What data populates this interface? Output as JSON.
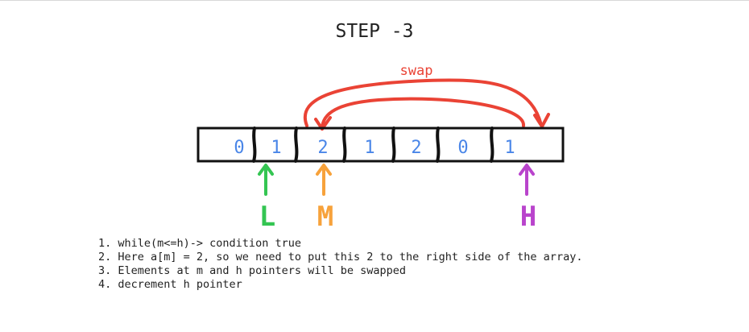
{
  "title": "STEP -3",
  "array": [
    "0",
    "1",
    "2",
    "1",
    "2",
    "0",
    "1"
  ],
  "swap_label": "swap",
  "pointers": [
    {
      "label": "L",
      "index": 1,
      "color": "#34c552"
    },
    {
      "label": "M",
      "index": 2,
      "color": "#f7a23b"
    },
    {
      "label": "H",
      "index": 6,
      "color": "#b944cc"
    }
  ],
  "notes": [
    "1. while(m<=h)-> condition true",
    "2. Here a[m] = 2, so we need to put this 2 to the right side of the array.",
    "3. Elements at m and h pointers will be swapped",
    "4. decrement h pointer"
  ],
  "colors": {
    "value": "#4a86e8",
    "swap": "#ea4335",
    "outline": "#111111"
  }
}
